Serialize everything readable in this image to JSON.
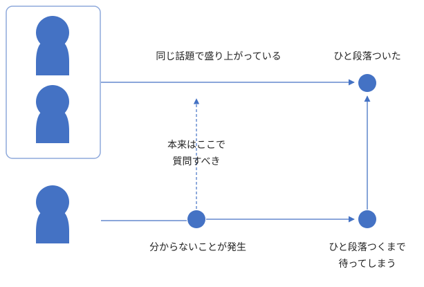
{
  "colors": {
    "figure": "#4472C4",
    "line": "#4472C4",
    "group_border": "#8EA9DB",
    "text": "#222222"
  },
  "figures": {
    "group": [
      "person-icon",
      "person-icon"
    ],
    "individual": "person-icon"
  },
  "labels": {
    "group_talk": "同じ話題で盛り上がっている",
    "settled": "ひと段落ついた",
    "should_ask": "本来はここで\n質問すべき",
    "confusion": "分からないことが発生",
    "waiting": "ひと段落つくまで\n待ってしまう"
  }
}
